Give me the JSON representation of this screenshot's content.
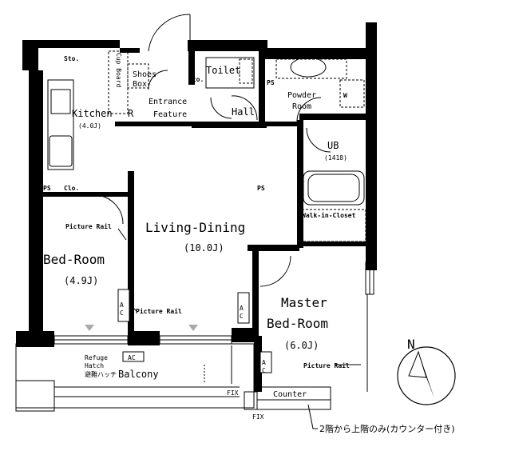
{
  "rooms": {
    "living_dining": {
      "name": "Living-Dining",
      "size": "(10.0J)"
    },
    "bedroom": {
      "name": "Bed-Room",
      "size": "(4.9J)"
    },
    "master": {
      "name_line1": "Master",
      "name_line2": "Bed-Room",
      "size": "(6.0J)"
    },
    "kitchen": {
      "name": "Kitchen",
      "size": "(4.0J)"
    },
    "ub": {
      "name": "UB",
      "size": "(1418)"
    },
    "powder_room": {
      "line1": "Powder",
      "line2": "Room"
    },
    "toilet": "Toilet",
    "hall": "Hall",
    "entrance": {
      "line1": "Entrance",
      "line2": "Feature"
    },
    "balcony": "Balcony",
    "walk_in_closet": "Walk-in-Closet"
  },
  "fixtures": {
    "cup_board": "Cup Board",
    "shoes_box": {
      "line1": "Shoes",
      "line2": "Box"
    },
    "sto_kitchen": "Sto.",
    "sto_entrance": "Sto.",
    "r_mark": "R",
    "ps1": "PS",
    "ps2": "PS",
    "ps3": "PS",
    "clo": "Clo.",
    "w_mark": "W",
    "ac1": "A\nC",
    "ac2": "A\nC",
    "ac3": "A\nC",
    "ac_outdoor": "AC",
    "picture_rail": "Picture Rail",
    "counter": "Counter",
    "fix": "FIX",
    "refuge_hatch_line1": "Refuge",
    "refuge_hatch_line2": "Hatch",
    "refuge_hatch_jp": "避難ハッチ"
  },
  "compass": {
    "label": "N"
  },
  "note": "2階から上階のみ(カウンター付き)"
}
